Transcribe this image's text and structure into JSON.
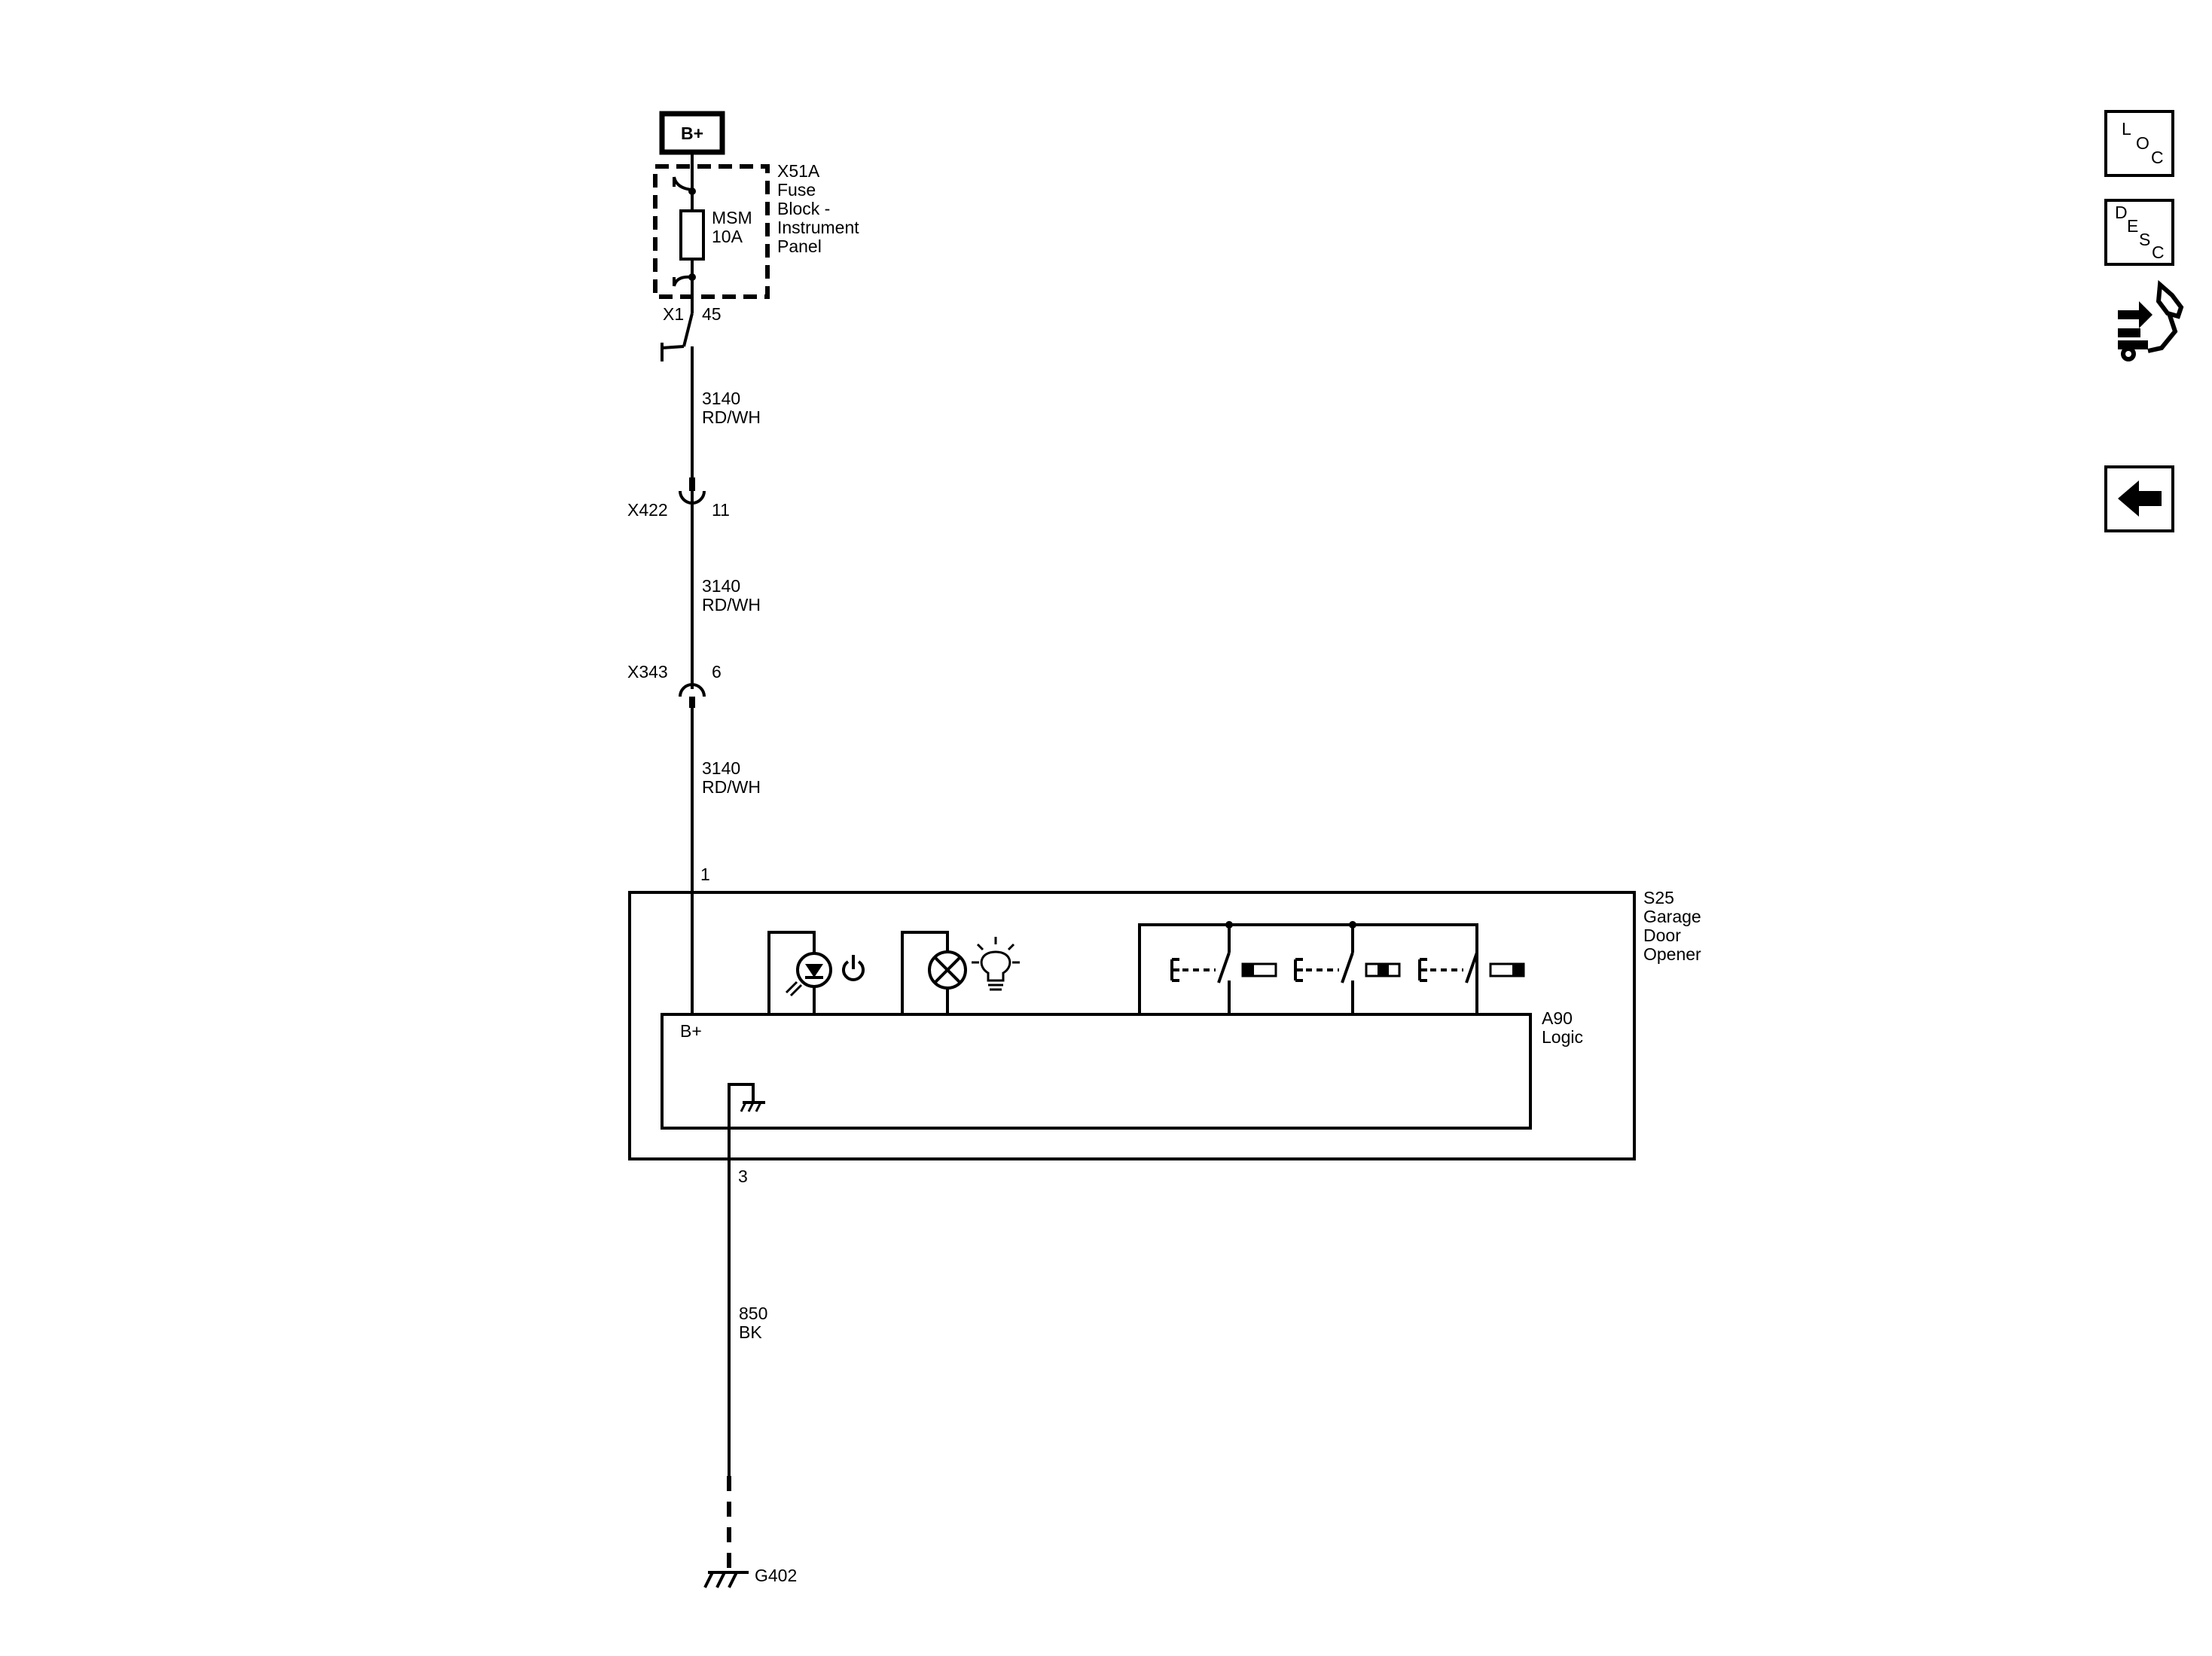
{
  "power": {
    "b_plus": "B+"
  },
  "fuse_block": {
    "id": "X51A",
    "name_lines": [
      "Fuse",
      "Block -",
      "Instrument",
      "Panel"
    ],
    "fuse_name": "MSM",
    "fuse_rating": "10A",
    "connector": "X1",
    "pin": "45"
  },
  "wires": {
    "seg1": {
      "circuit": "3140",
      "color": "RD/WH"
    },
    "seg2": {
      "circuit": "3140",
      "color": "RD/WH"
    },
    "seg3": {
      "circuit": "3140",
      "color": "RD/WH"
    },
    "ground": {
      "circuit": "850",
      "color": "BK"
    }
  },
  "connectors": {
    "x422": {
      "id": "X422",
      "pin": "11"
    },
    "x343": {
      "id": "X343",
      "pin": "6"
    }
  },
  "module": {
    "pin_in": "1",
    "pin_gnd": "3",
    "id": "S25",
    "name_lines": [
      "Garage",
      "Door",
      "Opener"
    ],
    "logic_id": "A90",
    "logic_name": "Logic",
    "logic_b_plus": "B+"
  },
  "ground": {
    "id": "G402"
  },
  "side_buttons": {
    "loc": {
      "letters": [
        "L",
        "O",
        "C"
      ]
    },
    "desc": {
      "letters": [
        "D",
        "E",
        "S",
        "C"
      ]
    }
  }
}
